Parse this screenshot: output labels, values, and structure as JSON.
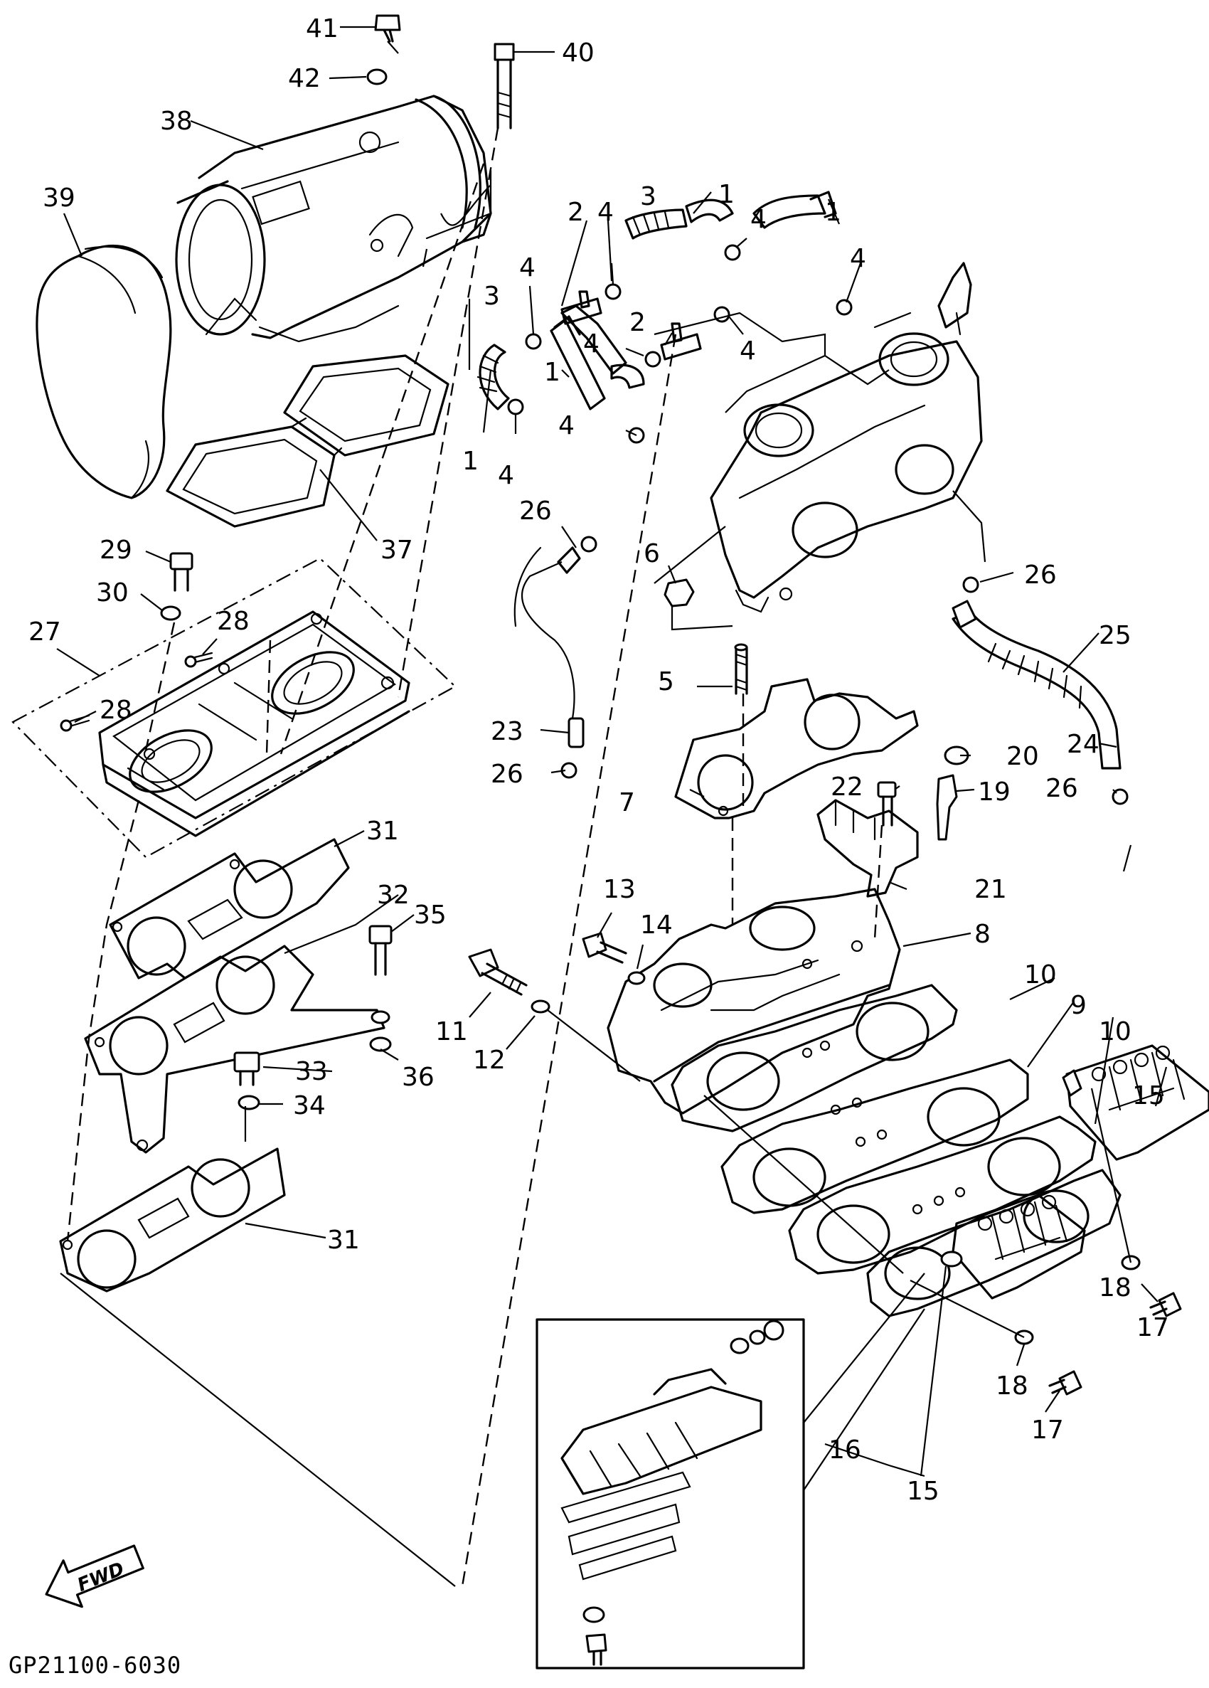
{
  "diagram_code": "GP21100-6030",
  "direction_arrow": "FWD",
  "callouts": {
    "c1a": "1",
    "c1b": "1",
    "c1c": "1",
    "c1d": "1",
    "c2a": "2",
    "c2b": "2",
    "c3a": "3",
    "c3b": "3",
    "c4a": "4",
    "c4b": "4",
    "c4c": "4",
    "c4d": "4",
    "c4e": "4",
    "c4f": "4",
    "c4g": "4",
    "c4h": "4",
    "c5": "5",
    "c6": "6",
    "c7": "7",
    "c8": "8",
    "c9": "9",
    "c10a": "10",
    "c10b": "10",
    "c11": "11",
    "c12": "12",
    "c13": "13",
    "c14": "14",
    "c15a": "15",
    "c15b": "15",
    "c16": "16",
    "c17a": "17",
    "c17b": "17",
    "c18a": "18",
    "c18b": "18",
    "c19": "19",
    "c20": "20",
    "c21": "21",
    "c22": "22",
    "c23": "23",
    "c24": "24",
    "c25": "25",
    "c26a": "26",
    "c26b": "26",
    "c26c": "26",
    "c26d": "26",
    "c27": "27",
    "c28a": "28",
    "c28b": "28",
    "c29": "29",
    "c30": "30",
    "c31a": "31",
    "c31b": "31",
    "c32": "32",
    "c33": "33",
    "c34": "34",
    "c35": "35",
    "c36": "36",
    "c37": "37",
    "c38": "38",
    "c39": "39",
    "c40": "40",
    "c41": "41",
    "c42": "42"
  }
}
